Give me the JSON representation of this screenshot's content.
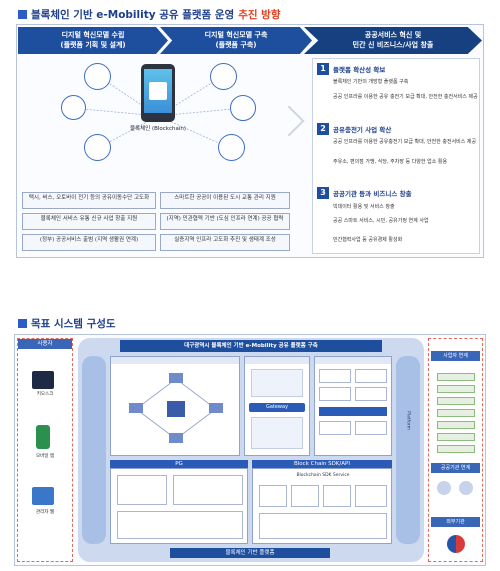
{
  "section1": {
    "title_main": "블록체인 기반 e-Mobility 공유 플랫폼 운영 ",
    "title_highlight": "추진 방향",
    "step1": {
      "line1": "디지털 혁신모델 수립",
      "line2": "(플랫폼 기획 및 설계)"
    },
    "step2": {
      "line1": "디지털 혁신모델 구축",
      "line2": "(플랫폼 구축)"
    },
    "step3": {
      "line1": "공공서비스 혁신 및",
      "line2": "민간 신 비즈니스/사업 창출"
    },
    "blockchain_label": "블록체인 (Blockchain)",
    "left_boxes": [
      "택시, 버스, 오토바이 전기 등의 공유이동수단 고도화",
      "블록체인 서비스 유통 신규 사업 창출 지원",
      "(정부) 공공서비스 출범 (지역 생활권 연계)"
    ],
    "mid_boxes": [
      "스마트한 공공이 이용된 도시 교통 관리 지원",
      "(지역) 민관협력 기반 (도심 인프라 연계) 공공 협력",
      "실증지역 인프라 고도화 추진 및 생태계 조성"
    ],
    "right_items": [
      {
        "num": "1",
        "heading": "플랫폼 확산성 확보",
        "bullets": [
          "블록체인 기반의 개방형 플랫폼 구축",
          "공공 인프라를 이용한 공유 충전기 보급 확대, 안전한 충전서비스 제공"
        ]
      },
      {
        "num": "2",
        "heading": "공유충전기 사업 확산",
        "bullets": [
          "공공 인프라를 이용한 공유충전기 보급 확대, 안전한 충전서비스 제공",
          "주유소, 편의점 가맹, 식당, 주차장 등 다양한 업소 활용"
        ]
      },
      {
        "num": "3",
        "heading": "공공기관 등과 비즈니스 창출",
        "bullets": [
          "빅데이터 활용 및 서비스 창출",
          "공공 스마트 서비스, 시민, 공유가정 연계 사업",
          "민간협력사업 등 공유경제 활성화"
        ]
      }
    ]
  },
  "section2": {
    "title": "목표 시스템 구성도",
    "banner": "대구광역시 블록체인 기반 e-Mobility 공유 플랫폼 구축",
    "left_header": "사용자",
    "left_labels": [
      "키오스크",
      "모바일 앱",
      "관리자 웹"
    ],
    "platform_bar_label": "Platform",
    "bottom_left_label": "PG",
    "bottom_mid_label": "Block Chain SDK/API",
    "bottom_bar_label": "블록체인 기반 플랫폼",
    "inner_sdk_label": "Blockchain SDK Service",
    "right_header1": "사업자 연계",
    "right_header2": "공공기관 연계",
    "right_header3": "외부기관",
    "gateway_label": "Gateway"
  }
}
